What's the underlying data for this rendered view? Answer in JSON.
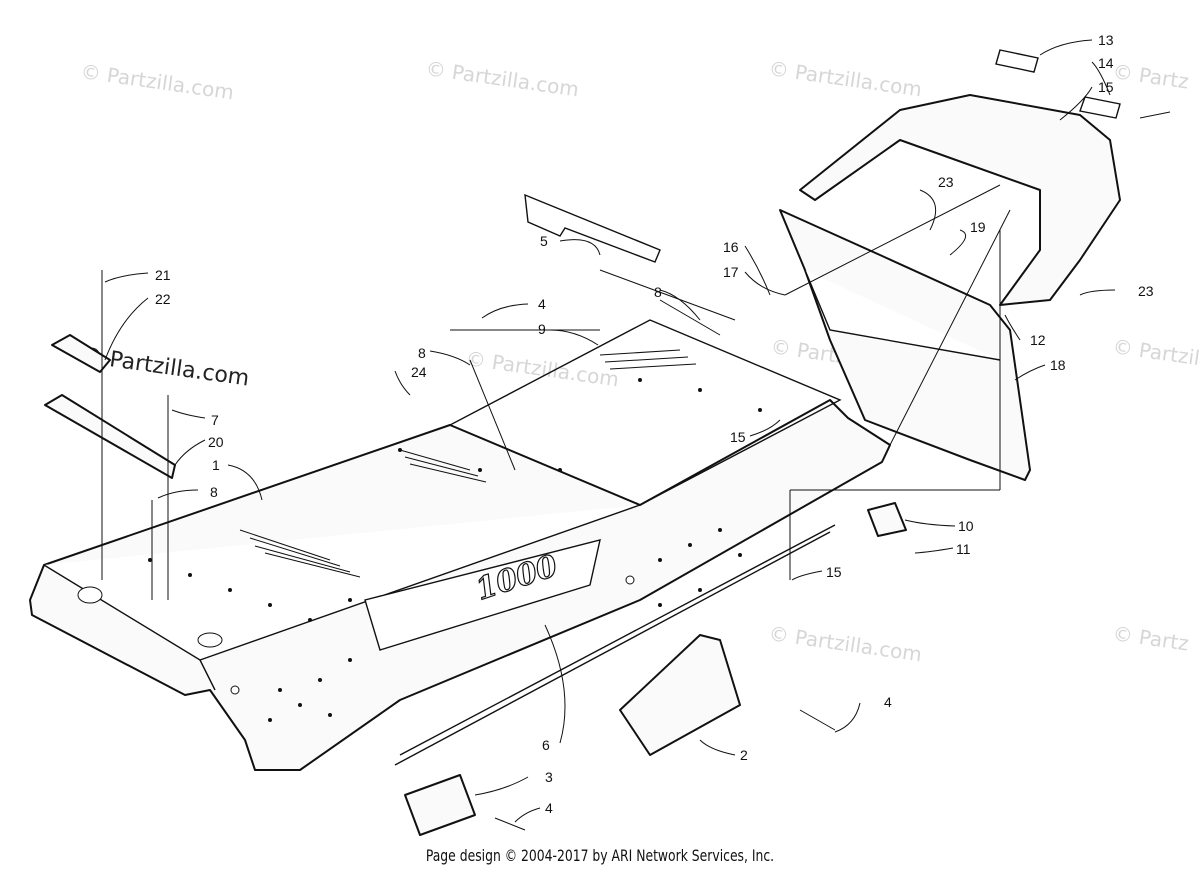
{
  "watermarks": [
    "© Partzilla.com",
    "© Partzilla.com",
    "© Partzilla.com",
    "© Partz",
    "© Partzilla.com",
    "© Partzilla.com",
    "© Partzilla.com",
    "© Partzilla.com",
    "© Partzilla.com",
    "© Partz"
  ],
  "watermark_strong": "© Partzilla.com",
  "decal_text": "1000",
  "callouts": [
    "1",
    "2",
    "3",
    "4",
    "4",
    "4",
    "5",
    "6",
    "7",
    "8",
    "8",
    "8",
    "9",
    "10",
    "11",
    "12",
    "13",
    "14",
    "15",
    "15",
    "15",
    "16",
    "17",
    "18",
    "19",
    "20",
    "21",
    "22",
    "23",
    "23",
    "24"
  ],
  "footer": "Page design © 2004-2017 by ARI Network Services, Inc."
}
